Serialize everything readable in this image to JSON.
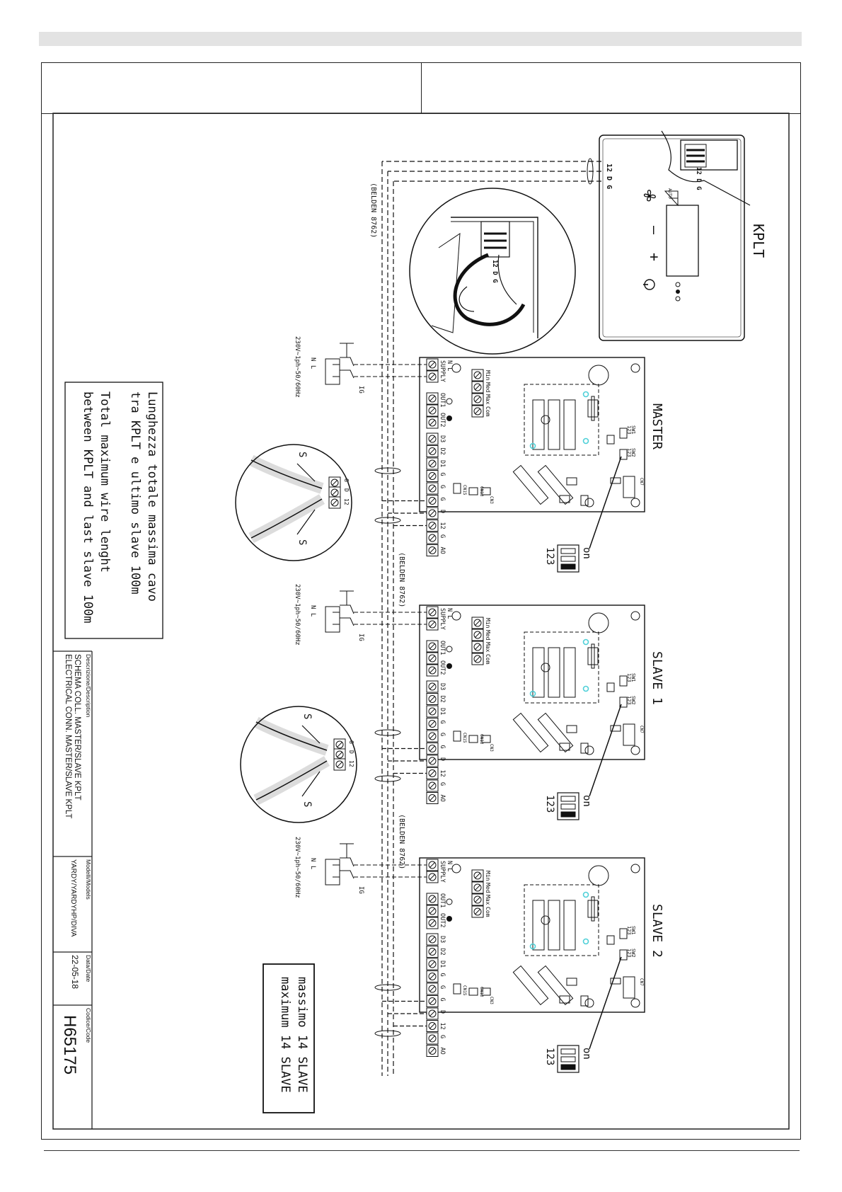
{
  "header": {
    "left_cell": "",
    "right_cell": ""
  },
  "kplt": {
    "title": "KPLT",
    "terminals": "12 D G",
    "tag": "12 D G",
    "minus": "–",
    "plus": "+",
    "auto": "AUTO",
    "detail_terminals": "12 D G"
  },
  "cable": {
    "label": "(BELDEN 8762)"
  },
  "units": [
    {
      "name": "MASTER"
    },
    {
      "name": "SLAVE 1"
    },
    {
      "name": "SLAVE 2"
    }
  ],
  "board": {
    "terminal_labels": [
      "D3",
      "D2",
      "D1",
      "G",
      "G",
      "G",
      "D",
      "12",
      "G",
      "AO"
    ],
    "supply": "SUPPLY",
    "nl": "N L",
    "out1": "OUT1",
    "out2": "OUT2",
    "fan_labels": [
      "Com",
      "Max",
      "Med",
      "Min"
    ],
    "sw1": "SW1",
    "sw2": "SW2",
    "sw_nums": "123",
    "cn15": "CN15",
    "cn13": "CN13",
    "cn3": "CN3",
    "cn7": "CN7"
  },
  "power": {
    "label": "230V~1ph~50/60Hz",
    "nl": "N L",
    "ig": "IG"
  },
  "dip": {
    "on": "on",
    "nums": "123"
  },
  "shield": {
    "s": "S",
    "g": "G",
    "d": "D",
    "twelve": "12"
  },
  "note_length": {
    "line1": "Lunghezza totale massima cavo",
    "line2": "tra KPLT e ultimo slave 100m",
    "line3": "Total maximum wire lenght",
    "line4": "between KPLT and last slave 100m"
  },
  "note_max": {
    "line1": "massimo 14 SLAVE",
    "line2": "maximum 14 SLAVE"
  },
  "title_block": {
    "desc_label": "Descrizione/Description",
    "desc_it": "SCHEMA COLL. MASTER/SLAVE KPLT",
    "desc_en": "ELECTRICAL CONN. MASTER/SLAVE KPLT",
    "models_label": "Modelli/Models",
    "models": "YARDY/YARDYHP/DIVA",
    "date_label": "Data/Date",
    "date": "22-05-18",
    "code_label": "Codice/Code",
    "code": "H65175"
  },
  "colors": {
    "line": "#111111",
    "accent": "#4fd0d8",
    "bar": "#e3e3e3"
  }
}
